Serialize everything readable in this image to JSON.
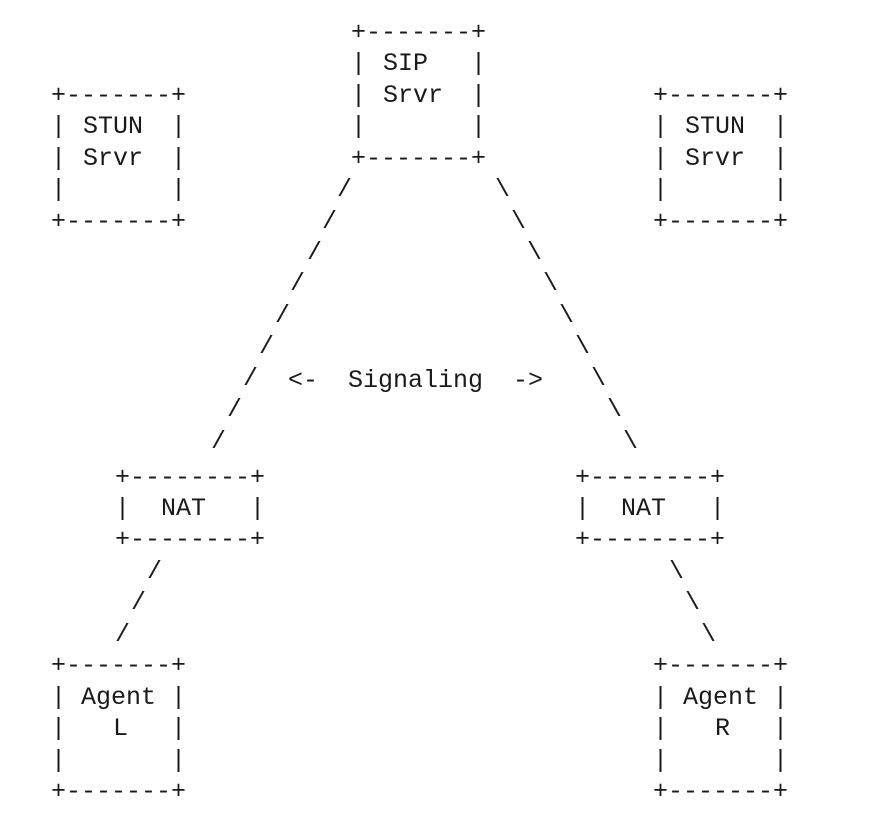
{
  "nodes": {
    "sip": [
      "SIP",
      "Srvr"
    ],
    "stun_left": [
      "STUN",
      "Srvr"
    ],
    "stun_right": [
      "STUN",
      "Srvr"
    ],
    "nat_left": "NAT",
    "nat_right": "NAT",
    "agent_left": [
      "Agent",
      "L"
    ],
    "agent_right": [
      "Agent",
      "R"
    ]
  },
  "edges": {
    "signaling_label": "<-  Signaling  ->"
  },
  "colors": {
    "text": "#1a1a1a",
    "background": "#ffffff"
  }
}
